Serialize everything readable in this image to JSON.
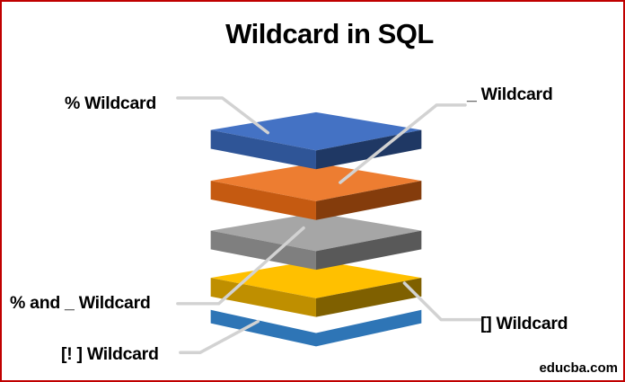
{
  "title": "Wildcard in SQL",
  "watermark": "educba.com",
  "frame": {
    "border_color": "#c00000",
    "background_color": "#ffffff"
  },
  "leader_line_color": "#d2d2d2",
  "callouts": [
    {
      "id": "percent",
      "label": "% Wildcard"
    },
    {
      "id": "underscore",
      "label": "_ Wildcard"
    },
    {
      "id": "percent-and-underscore",
      "label": "% and _ Wildcard"
    },
    {
      "id": "exclamation-bracket",
      "label": "[! ] Wildcard"
    },
    {
      "id": "bracket",
      "label": "[] Wildcard"
    }
  ],
  "layers": [
    {
      "name": "percent-wildcard-layer",
      "label": "% Wildcard",
      "top": "#4472c4",
      "left": "#2f5597",
      "right": "#1f3864"
    },
    {
      "name": "underscore-wildcard-layer",
      "label": "_ Wildcard",
      "top": "#ed7d31",
      "left": "#c55a11",
      "right": "#843c0c"
    },
    {
      "name": "percent-and-underscore-wildcard-layer",
      "label": "% and _ Wildcard",
      "top": "#a6a6a6",
      "left": "#7f7f7f",
      "right": "#595959"
    },
    {
      "name": "bracket-wildcard-layer",
      "label": "[] Wildcard",
      "top": "#ffc000",
      "left": "#bf8f00",
      "right": "#7f6000"
    },
    {
      "name": "exclamation-bracket-wildcard-layer",
      "label": "[! ] Wildcard",
      "color": "#2e75b6"
    }
  ]
}
